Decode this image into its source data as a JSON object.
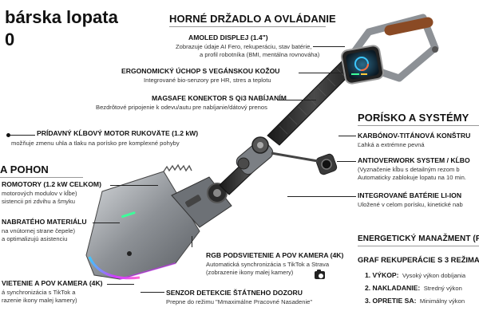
{
  "title": {
    "line1": "bárska lopata",
    "line2": "0"
  },
  "sections": {
    "handle": "HORNÉ DRŽADLO A OVLÁDANIE",
    "shaft": "PORÍSKO A SYSTÉMY",
    "drive": "A POHON",
    "energy": "ENERGETICKÝ MANAŽMENT (FU"
  },
  "features": {
    "amoled": {
      "head": "AMOLED DISPLEJ (1.4\")",
      "desc": [
        "Zobrazuje údaje AI Fero, rekuperáciu, stav batérie,",
        "a profil robotníka (BMI, mentálna rovnováha)"
      ]
    },
    "grip": {
      "head": "ERGONOMICKÝ ÚCHOP S VEGÁNSKOU KOŽOU",
      "desc": [
        "Integrované bio-senzory pre HR, stres a teplotu"
      ]
    },
    "magsafe": {
      "head": "MAGSAFE KONEKTOR S Qi3 NABÍJANÍM",
      "desc": [
        "Bezdrôtové pripojenie k odevu/autu pre nabíjanie/dátový prenos"
      ]
    },
    "motor": {
      "head": "PRÍDAVNÝ KĹBOVÝ MOTOR RUKOVÄTE (1.2 kW)",
      "desc": [
        "možňuje zmenu uhla a tlaku na porísko pre komplexné pohyby"
      ]
    },
    "carbon": {
      "head": "KARBÓNOV-TITÁNOVÁ KONŠTRU",
      "desc": [
        "Ľahká a extrémne pevná"
      ]
    },
    "antioverwork": {
      "head": "ANTIOVERWORK SYSTEM / KĹBO",
      "desc": [
        "(Vyznačenie kĺbu s detailným rezom b",
        "Automaticky zablokuje lopatu na 10 min."
      ]
    },
    "battery": {
      "head": "INTEGROVANÉ BATÉRIE LI-ION",
      "desc": [
        "Uložené v celom porísku, kinetické nab"
      ]
    },
    "promotory": {
      "head": "ROMOTORY (1.2 kW CELKOM)",
      "desc": [
        "motorových modulov v kĺbe)",
        "sistencii pri zdvihu a šmyku"
      ]
    },
    "material": {
      "head": "NABRATÉHO MATERIÁLU",
      "desc": [
        "na vnútornej strane čepele)",
        "a optimalizujú asistenciu"
      ]
    },
    "rgb": {
      "head": "RGB PODSVIETENIE A POV KAMERA (4K)",
      "desc": [
        "Automatická synchronizácia s TikTok a Strava",
        "(zobrazenie ikony malej kamery)"
      ]
    },
    "lightcam": {
      "head": "VIETENIE A POV KAMERA (4K)",
      "desc": [
        "á synchronizácia s TikTok a",
        "razenie ikony malej kamery)"
      ]
    },
    "sensor": {
      "head": "SENZOR DETEKCIE ŠTÁTNEHO DOZORU",
      "desc": [
        "Prepne do režimu \"Mmaximálne Pracovné Nasadenie\""
      ]
    }
  },
  "recuperation": {
    "head": "GRAF REKUPERÁCIE S 3 REŽIMA",
    "items": [
      {
        "label": "1. VÝKOP:",
        "value": "Vysoký výkon dobíjania"
      },
      {
        "label": "2. NAKLADANIE:",
        "value": "Stredný výkon"
      },
      {
        "label": "3. OPRETIE SA:",
        "value": "Minimálny výkon"
      }
    ]
  },
  "colors": {
    "metal": "#8d9196",
    "carbon": "#2b2b2b",
    "leather": "#8a4a24",
    "rgb_glow": "#d13cff",
    "led_green": "#3cff9a"
  }
}
